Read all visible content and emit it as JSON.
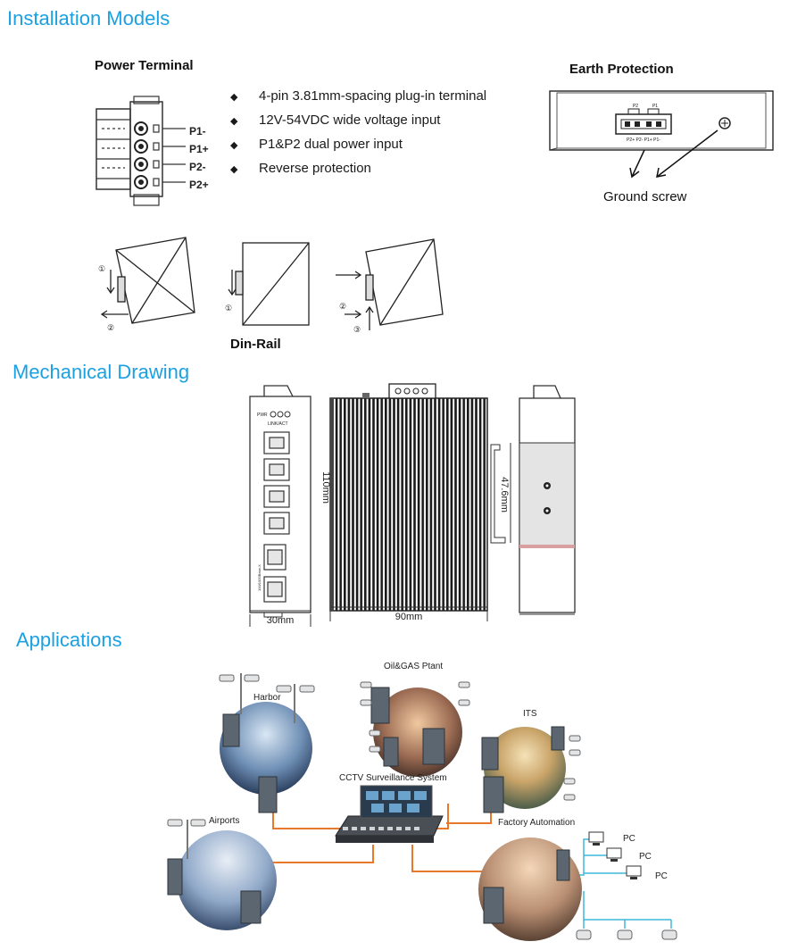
{
  "sections": {
    "installation_title": "Installation Models",
    "mechanical_title": "Mechanical Drawing",
    "applications_title": "Applications"
  },
  "power_terminal": {
    "title": "Power Terminal",
    "pins": [
      "P1-",
      "P1+",
      "P2-",
      "P2+"
    ],
    "features": [
      "4-pin 3.81mm-spacing plug-in terminal",
      "12V-54VDC wide voltage input",
      "P1&P2 dual power input",
      "Reverse protection"
    ],
    "bullet": "◆"
  },
  "earth_protection": {
    "title": "Earth Protection",
    "connector_top": [
      "P2",
      "P1"
    ],
    "connector_bottom": "P2+ P2-  P1+ P1-",
    "ground_label": "Ground screw"
  },
  "din_rail": {
    "label": "Din-Rail",
    "steps": [
      "①",
      "②",
      "③"
    ]
  },
  "mechanical": {
    "front_header": "PWR",
    "link_label": "LINK/ACT",
    "sfp_label": "100/1000Base-X",
    "height_dim": "110mm",
    "width_dim": "30mm",
    "depth_dim": "90mm",
    "rail_dim": "47.6mm"
  },
  "applications": {
    "labels": {
      "harbor": "Harbor",
      "oil_gas": "Oil&GAS  Ptant",
      "its": "ITS",
      "cctv": "CCTV Surveillance System",
      "airports": "Airports",
      "factory": "Factory Automation",
      "pc": "PC"
    }
  },
  "colors": {
    "title_blue": "#1ba0e1",
    "link_orange": "#e8782a",
    "link_cyan": "#3fb8d8"
  }
}
